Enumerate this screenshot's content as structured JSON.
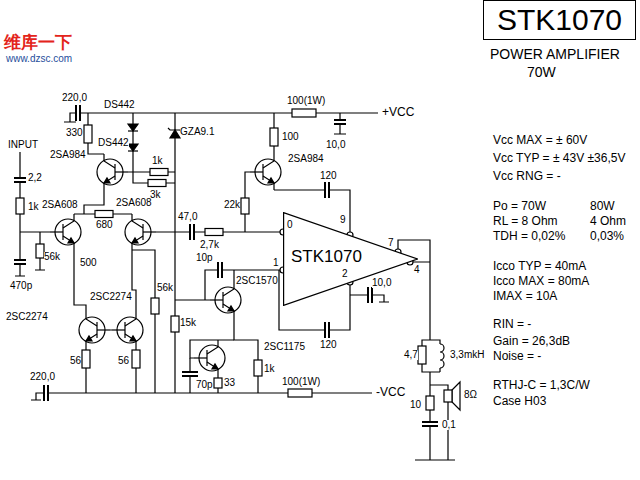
{
  "diagram": {
    "nodes": [
      {
        "text": [
          "STK1070"
        ]
      },
      {
        "text": [
          "STK1070"
        ]
      }
    ],
    "labels": [
      "维库一下",
      "www.dzsc.com",
      "POWER AMPLIFIER",
      "70W",
      "Vcc MAX = ± 60V",
      "Vcc TYP = ± 43V ±36,5V",
      "Vcc RNG = -",
      "Po = 70W",
      "80W",
      "RL = 8 Ohm",
      "4 Ohm",
      "TDH = 0,02%",
      "0,03%",
      "Icco TYP = 40mA",
      "Icco MAX = 80mA",
      "IMAX = 10A",
      "RIN = -",
      "Gain = 26,3dB",
      "Noise = -",
      "RTHJ-C = 1,3C/W",
      "Case H03",
      "220,0",
      "DS442",
      "330",
      "DS442",
      "GZA9.1",
      "100(1W)",
      "+VCC",
      "100",
      "10,0",
      "1k",
      "3k",
      "2SA984",
      "2SA984",
      "INPUT",
      "2,2",
      "1k",
      "2SA608",
      "2SA608",
      "47,0",
      "120",
      "22k",
      "2,7k",
      "0",
      "9",
      "7",
      "4",
      "2",
      "1",
      "680",
      "56k",
      "500",
      "470p",
      "10p",
      "10,0",
      "120",
      "2SC2274",
      "2SC2274",
      "56k",
      "15k",
      "2SC1570",
      "56",
      "56",
      "2SC1175",
      "220,0",
      "70p",
      "33",
      "1k",
      "100(1W)",
      "-VCC",
      "4,7",
      "3,3mkH",
      "10",
      "8Ω",
      "0,1"
    ]
  }
}
